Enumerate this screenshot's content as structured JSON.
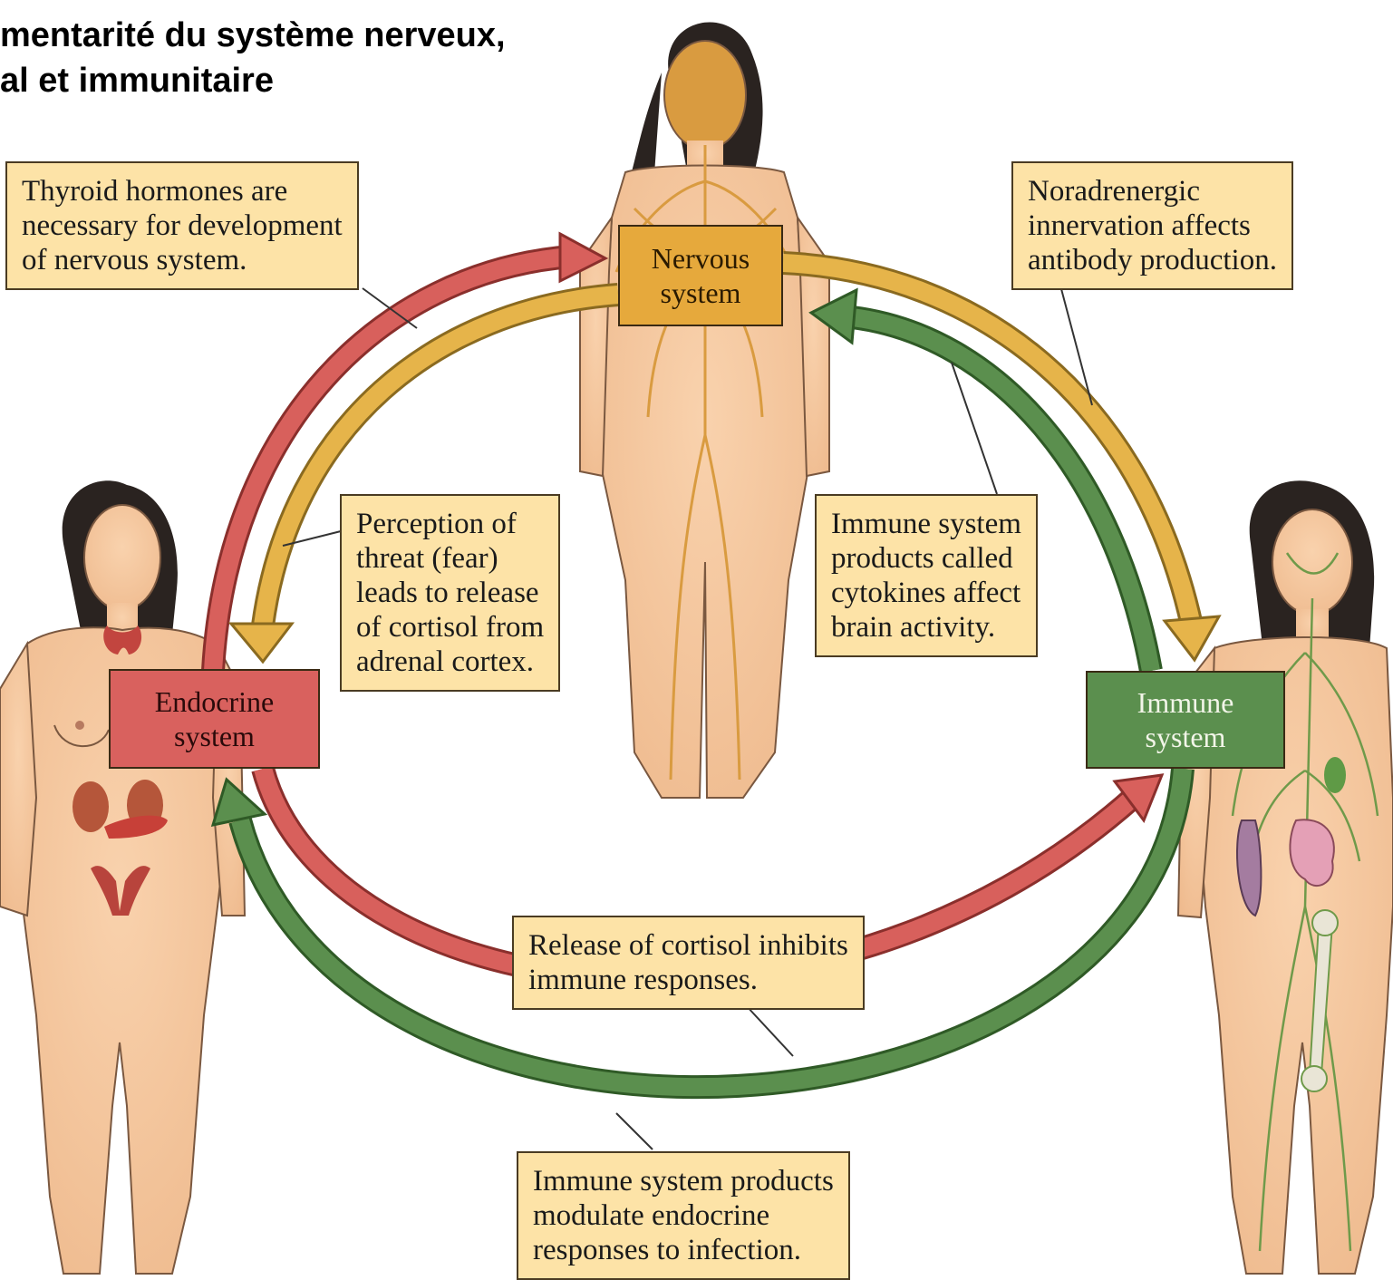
{
  "title": {
    "line1": "mentarité du système nerveux,",
    "line2": "al et immunitaire"
  },
  "systems": {
    "nervous": [
      "Nervous",
      "system"
    ],
    "endocrine": [
      "Endocrine",
      "system"
    ],
    "immune": [
      "Immune",
      "system"
    ]
  },
  "notes": {
    "thyroid": [
      "Thyroid hormones are",
      "necessary for development",
      "of nervous system."
    ],
    "noradrenergic": [
      "Noradrenergic",
      "innervation affects",
      "antibody production."
    ],
    "perception": [
      "Perception of",
      "threat (fear)",
      "leads to release",
      "of cortisol from",
      "adrenal cortex."
    ],
    "cytokines": [
      "Immune system",
      "products called",
      "cytokines affect",
      "brain activity."
    ],
    "cortisol": [
      "Release of cortisol inhibits",
      "immune responses."
    ],
    "modulate": [
      "Immune system products",
      "modulate endocrine",
      "responses to infection."
    ]
  },
  "colors": {
    "nervous": "#e6a93c",
    "endocrine": "#d9615e",
    "immune": "#5b8f4e",
    "note_fill": "#fde3a7",
    "skin": "#f6c9a0"
  }
}
